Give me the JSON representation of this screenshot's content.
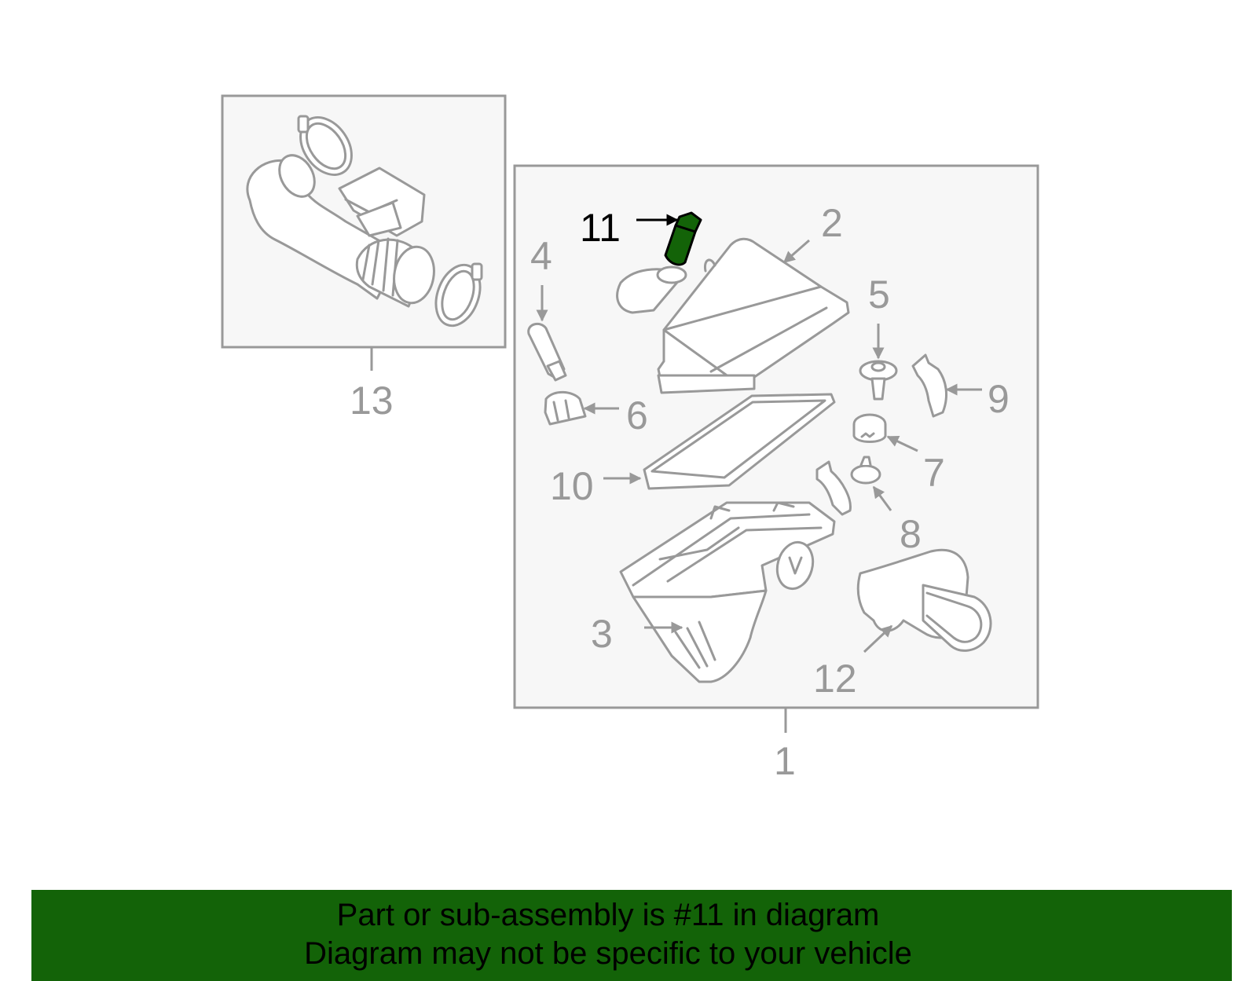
{
  "diagram": {
    "callouts": {
      "c1": "1",
      "c2": "2",
      "c3": "3",
      "c4": "4",
      "c5": "5",
      "c6": "6",
      "c7": "7",
      "c8": "8",
      "c9": "9",
      "c10": "10",
      "c11": "11",
      "c12": "12",
      "c13": "13"
    },
    "highlighted_part": "11",
    "colors": {
      "line": "#999999",
      "highlight": "#136308",
      "box_fill": "#f7f7f7"
    }
  },
  "banner": {
    "line1": "Part or sub-assembly is #11 in diagram",
    "line2": "Diagram may not be specific to your vehicle",
    "background": "#136308"
  }
}
